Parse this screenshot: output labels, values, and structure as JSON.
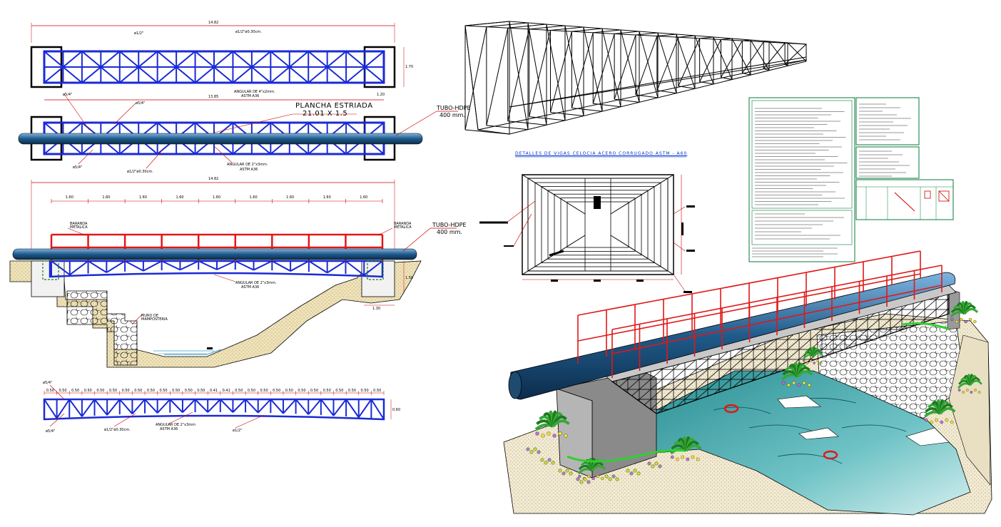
{
  "plan_view": {
    "dim_total": "14.82",
    "label_bar_top": "ø1/2\"",
    "label_bar_right": "ø1/2\"ø0.30cm.",
    "label_angle": "ANGULAR DE 4\"x2mm.",
    "label_astm": "ASTM A36",
    "dim_height": "1.70",
    "dim_side": "1.20"
  },
  "plan_view_2": {
    "dim_total": "13.85",
    "label_bar_left": "ø5/4\"",
    "label_bar_mid": "ø5/4\"",
    "plate_title": "PLANCHA ESTRIADA",
    "plate_size": "21.01 X 1.5",
    "tube_title": "TUBO-HDPE",
    "tube_size": "400 mm.",
    "label_bottom_left": "ø5/4\"",
    "label_bottom_mid": "ø1/2\"ø0.30cm.",
    "label_angle": "ANGULAR DE 2\"x3mm.",
    "label_astm": "ASTM A36"
  },
  "elevation": {
    "dim_total": "14.82",
    "spans": [
      "1.60",
      "1.60",
      "1.60",
      "1.60",
      "1.60",
      "1.60",
      "1.60",
      "1.60",
      "1.60"
    ],
    "railing_left": "BARANDA METALICA",
    "railing_right": "BARANDA METALICA",
    "tube_title": "TUBO-HDPE",
    "tube_size": "400 mm.",
    "label_angle": "ANGULAR DE 2\"x3mm.",
    "label_astm": "ASTM A36",
    "label_wall": "MURO DE MAMPOSTERIA",
    "dim_right": "1.50",
    "dim_base": "1.30"
  },
  "bottom_truss": {
    "label_top_left": "ø5/4\"",
    "spans": [
      "0.50",
      "0.50",
      "0.50",
      "0.50",
      "0.50",
      "0.50",
      "0.50",
      "0.50",
      "0.50",
      "0.50",
      "0.50",
      "0.50",
      "0.50",
      "0.41",
      "0.41",
      "0.50",
      "0.50",
      "0.50",
      "0.50",
      "0.50",
      "0.50",
      "0.50",
      "0.50",
      "0.50",
      "0.50",
      "0.50",
      "0.50"
    ],
    "dim_height": "0.60",
    "label_bottom_left": "ø5/4\"",
    "label_bar": "ø1/2\"ø0.30cm.",
    "label_angle": "ANGULAR DE 2\"x3mm",
    "label_astm": "ASTM A36",
    "label_bottom_right": "ø1/2\""
  },
  "section_detail": {
    "title": "DETALLES DE VIGAS CELOCIA ACERO CORRUGADO ASTM - A60"
  },
  "colors": {
    "truss": "#1a2ad6",
    "railing": "#e01818",
    "tube": "#1f5a8a",
    "water": "#3a9e9e",
    "note_border": "#0a7a3a",
    "ground": "#e8d9a8"
  }
}
